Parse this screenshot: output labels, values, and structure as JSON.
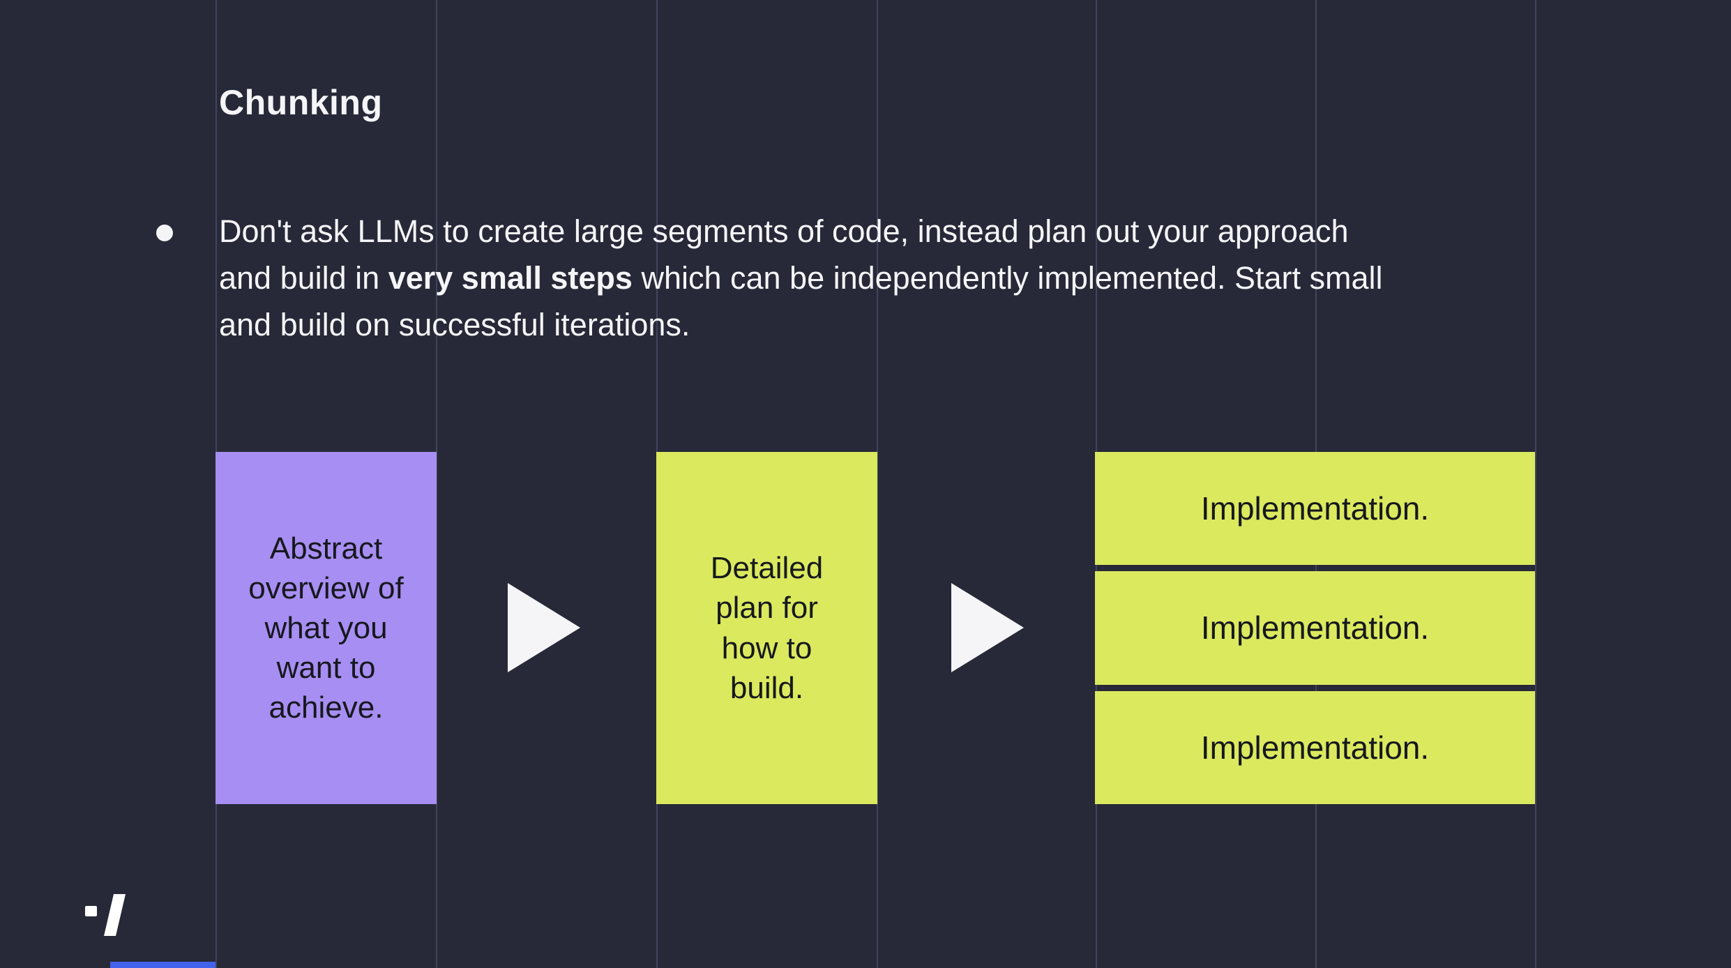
{
  "slide": {
    "title": "Chunking",
    "bullet": {
      "text_before": "Don't ask LLMs to create large segments of code, instead plan out your approach and build in ",
      "text_bold": "very small steps",
      "text_after": " which can be independently implemented. Start small and build on successful iterations."
    },
    "diagram": {
      "step_abstract": "Abstract overview of what you want to achieve.",
      "step_plan": "Detailed plan for how to build.",
      "implementations": [
        "Implementation.",
        "Implementation.",
        "Implementation."
      ],
      "arrow_icon": "right-arrow"
    },
    "icons": {
      "brand_logo": "slash-logo"
    },
    "colors": {
      "background": "#272938",
      "gridline": "#41445c",
      "purple": "#a78ef2",
      "lime": "#dbe95f",
      "text_dark": "#16181d",
      "text_light": "#f5f5f8",
      "accent_blue": "#4263eb"
    }
  }
}
